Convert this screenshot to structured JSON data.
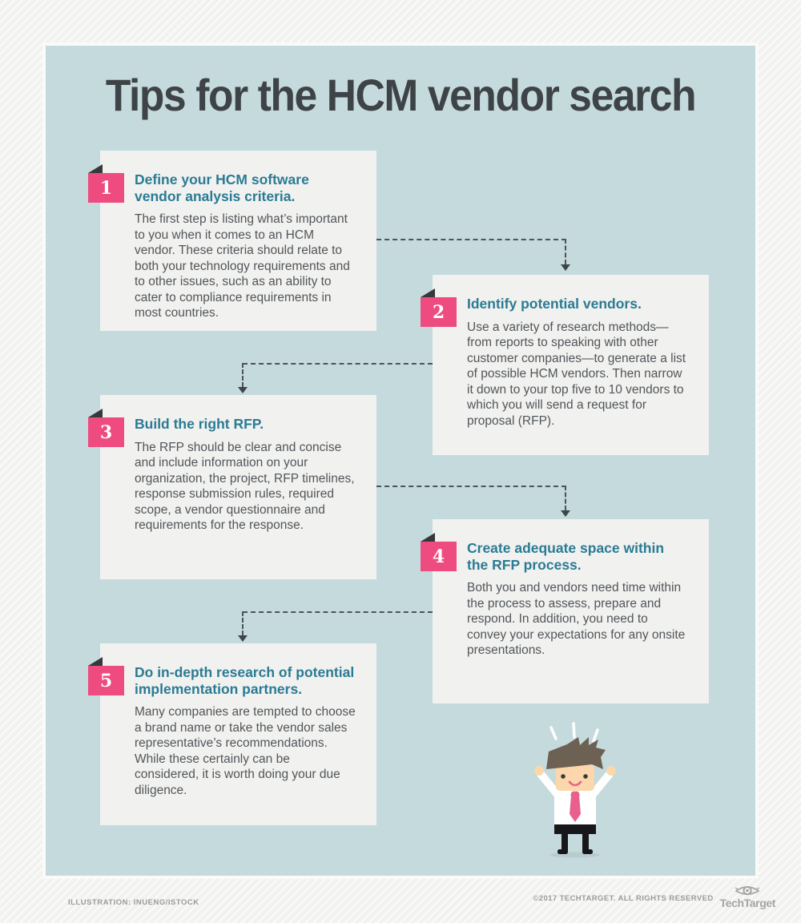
{
  "title": "Tips for the HCM vendor search",
  "steps": [
    {
      "number": "1",
      "heading": "Define your HCM software vendor analysis criteria.",
      "body": "The first step is listing what’s important to you when it comes to an HCM vendor. These criteria should relate to both your technology requirements and to other issues, such as an ability to cater to compliance requirements in most countries."
    },
    {
      "number": "2",
      "heading": "Identify potential vendors.",
      "body": "Use a variety of research methods—from reports to speaking with other customer companies—to generate a list of possible HCM vendors. Then narrow it down to your top five to 10 vendors to which you will send a request for proposal (RFP)."
    },
    {
      "number": "3",
      "heading": "Build the right RFP.",
      "body": "The RFP should be clear and concise and include information on your organization, the project, RFP timelines, response submission rules, required scope, a vendor questionnaire and requirements for the response."
    },
    {
      "number": "4",
      "heading": "Create adequate space within the RFP process.",
      "body": "Both you and vendors need time within the process to assess, prepare and respond. In addition, you need to convey your expectations for any onsite presentations."
    },
    {
      "number": "5",
      "heading": "Do in-depth research of potential implementation partners.",
      "body": "Many companies are tempted to choose a brand name or take the vendor sales representative’s recommendations. While these certainly can be considered, it is worth doing your due diligence."
    }
  ],
  "footer": {
    "credit": "ILLUSTRATION: INUENG/ISTOCK",
    "copyright": "©2017 TECHTARGET. ALL RIGHTS RESERVED",
    "logo_text": "TechTarget"
  },
  "illustration": {
    "name": "excited-businessman"
  },
  "colors": {
    "panel": "#c5dadc",
    "card": "#f1f1ef",
    "accent_pink": "#ee4b81",
    "heading_teal": "#2a7b94",
    "body_text": "#51565a",
    "title_text": "#3e4347",
    "arrow": "#4a545a"
  }
}
